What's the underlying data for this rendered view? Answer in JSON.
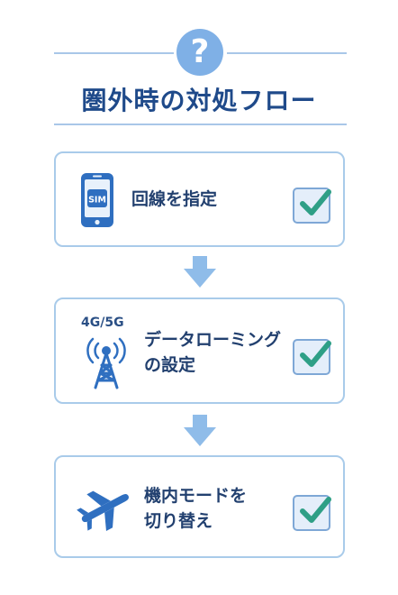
{
  "header": {
    "help_symbol": "?",
    "title": "圏外時の対処フロー"
  },
  "steps": [
    {
      "label_lines": [
        "回線を指定"
      ],
      "icon": "sim-phone-icon",
      "sim_text": "SIM",
      "checked": true
    },
    {
      "label_lines": [
        "データローミング",
        "の設定"
      ],
      "icon": "cell-tower-icon",
      "badge_text": "4G/5G",
      "checked": true
    },
    {
      "label_lines": [
        "機内モードを",
        "切り替え"
      ],
      "icon": "airplane-icon",
      "checked": true
    }
  ],
  "colors": {
    "accent_blue": "#2f6fc0",
    "check_green": "#2e9f86",
    "card_border": "#a9cbea",
    "title": "#1f4a8a"
  }
}
